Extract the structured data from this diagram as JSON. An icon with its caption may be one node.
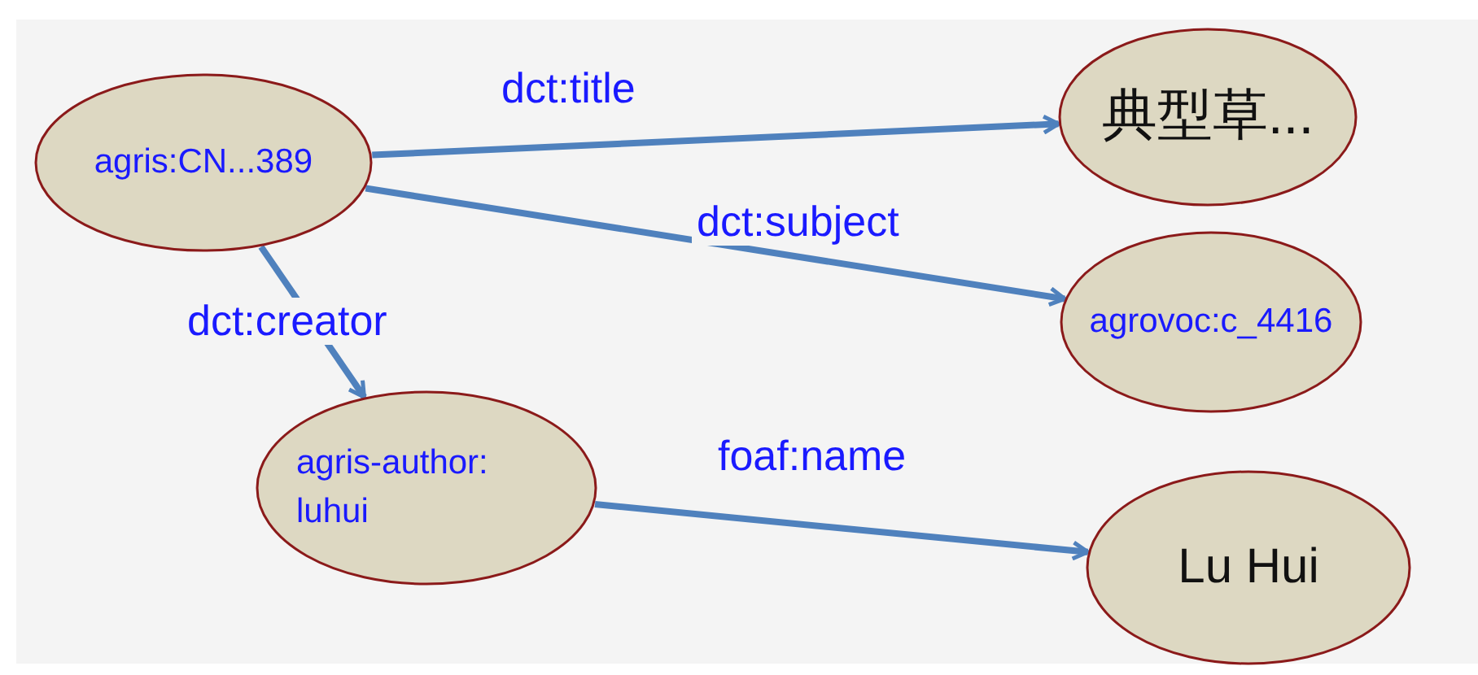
{
  "diagram": {
    "nodes": [
      {
        "text": [
          "agris:CN...389"
        ]
      },
      {
        "text": [
          "典型草..."
        ]
      },
      {
        "text": [
          "agrovoc:c_4416"
        ]
      },
      {
        "text": [
          "agris-author: luhui"
        ]
      },
      {
        "text": [
          "Lu Hui"
        ]
      }
    ],
    "edges": [
      {
        "from": 0,
        "to": 1,
        "arrow": "to",
        "label": "dct:title"
      },
      {
        "from": 0,
        "to": 2,
        "arrow": "to",
        "label": "dct:subject"
      },
      {
        "from": 0,
        "to": 3,
        "arrow": "to",
        "label": "dct:creator"
      },
      {
        "from": 3,
        "to": 4,
        "arrow": "to",
        "label": "foaf:name"
      }
    ]
  }
}
